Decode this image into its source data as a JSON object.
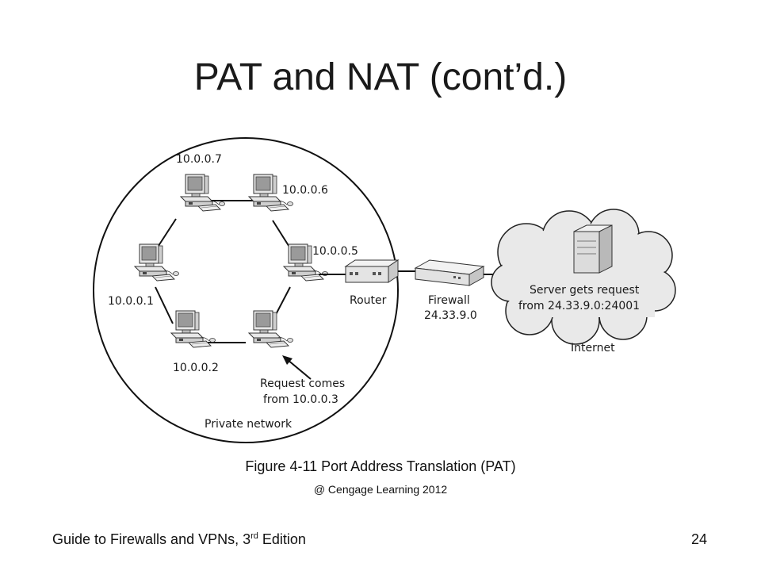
{
  "slide": {
    "title": "PAT and NAT (cont’d.)",
    "caption": "Figure 4-11 Port Address Translation (PAT)",
    "credit": "@ Cengage Learning 2012",
    "footer_text": "Guide to Firewalls and VPNs, 3",
    "footer_sup": "rd",
    "footer_suffix": " Edition",
    "page_number": "24"
  },
  "diagram": {
    "hosts": [
      "10.0.0.7",
      "10.0.0.6",
      "10.0.0.5",
      "10.0.0.1",
      "10.0.0.2",
      "10.0.0.3"
    ],
    "request_label_line1": "Request comes",
    "request_label_line2": "from 10.0.0.3",
    "network_label": "Private network",
    "router_label": "Router",
    "firewall_label": "Firewall",
    "firewall_ip": "24.33.9.0",
    "server_label_line1": "Server gets request",
    "server_label_line2": "from 24.33.9.0:24001",
    "internet_label": "Internet"
  }
}
